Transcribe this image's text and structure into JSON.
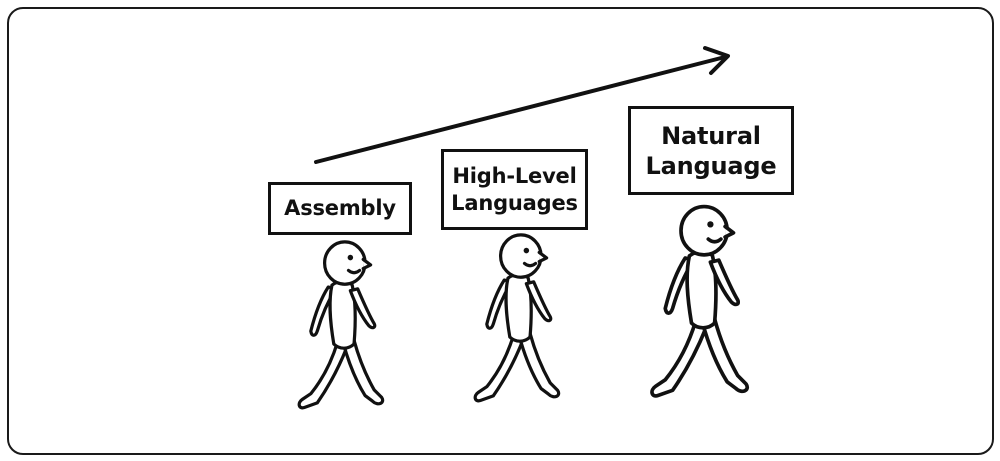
{
  "stages": [
    {
      "id": "assembly",
      "label": "Assembly"
    },
    {
      "id": "high-level",
      "label": "High-Level\nLanguages"
    },
    {
      "id": "natural",
      "label": "Natural\nLanguage"
    }
  ],
  "colors": {
    "ink": "#111111",
    "background": "#ffffff",
    "frame": "#1a1a1a"
  },
  "icons": [
    "progress-arrow-icon",
    "walking-person-icon"
  ]
}
